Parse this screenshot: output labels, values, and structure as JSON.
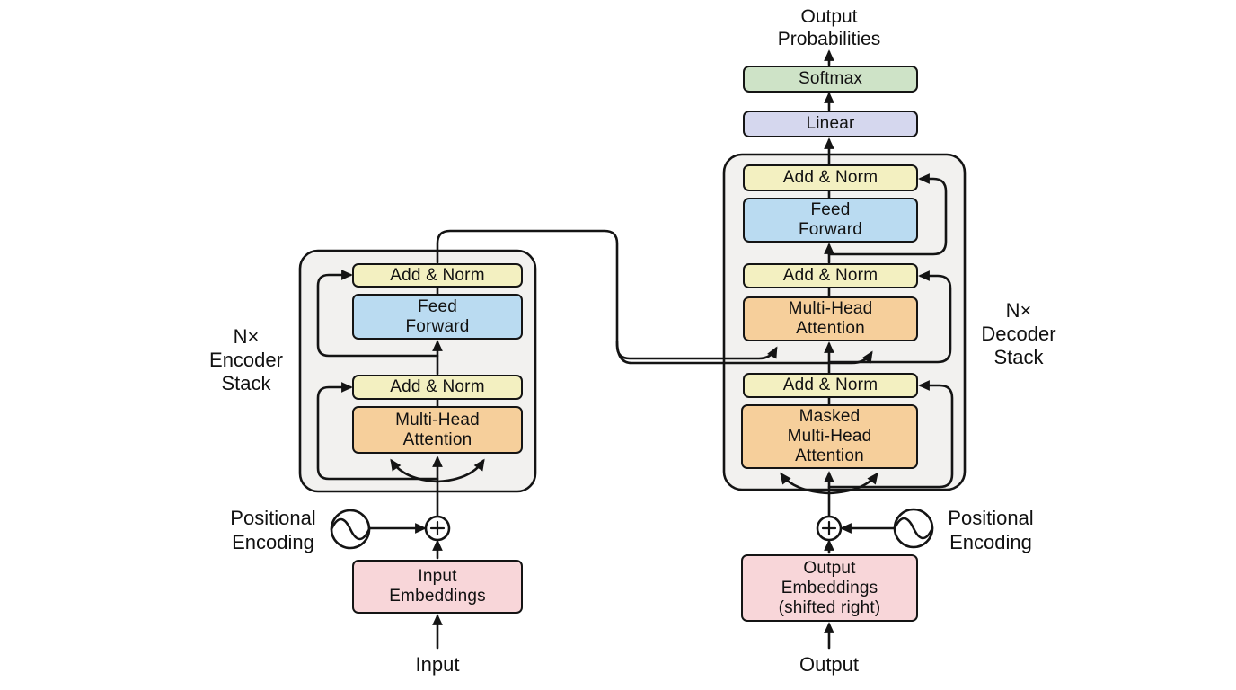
{
  "diagram": {
    "output_probabilities": {
      "line1": "Output",
      "line2": "Probabilities"
    },
    "softmax_label": "Softmax",
    "linear_label": "Linear",
    "add_norm_label": "Add & Norm",
    "feed_forward": {
      "line1": "Feed",
      "line2": "Forward"
    },
    "multi_head_attention": {
      "line1": "Multi-Head",
      "line2": "Attention"
    },
    "masked_multi_head_attention": {
      "line1": "Masked",
      "line2": "Multi-Head",
      "line3": "Attention"
    },
    "input_embeddings": {
      "line1": "Input",
      "line2": "Embeddings"
    },
    "output_embeddings": {
      "line1": "Output",
      "line2": "Embeddings",
      "line3": "(shifted right)"
    },
    "encoder_stack_label": {
      "line1": "N×",
      "line2": "Encoder",
      "line3": "Stack"
    },
    "decoder_stack_label": {
      "line1": "N×",
      "line2": "Decoder",
      "line3": "Stack"
    },
    "positional_encoding_left": {
      "line1": "Positional",
      "line2": "Encoding"
    },
    "positional_encoding_right": {
      "line1": "Positional",
      "line2": "Encoding"
    },
    "input_label": "Input",
    "output_label": "Output",
    "colors": {
      "add_norm_bg": "#f3f0c1",
      "feed_forward_bg": "#badbf1",
      "attention_bg": "#f6cf9b",
      "embedding_bg": "#f8d6d9",
      "softmax_bg": "#cee3c7",
      "linear_bg": "#d5d7ee",
      "stack_bg": "#f2f1ef",
      "line_color": "#141414"
    }
  }
}
